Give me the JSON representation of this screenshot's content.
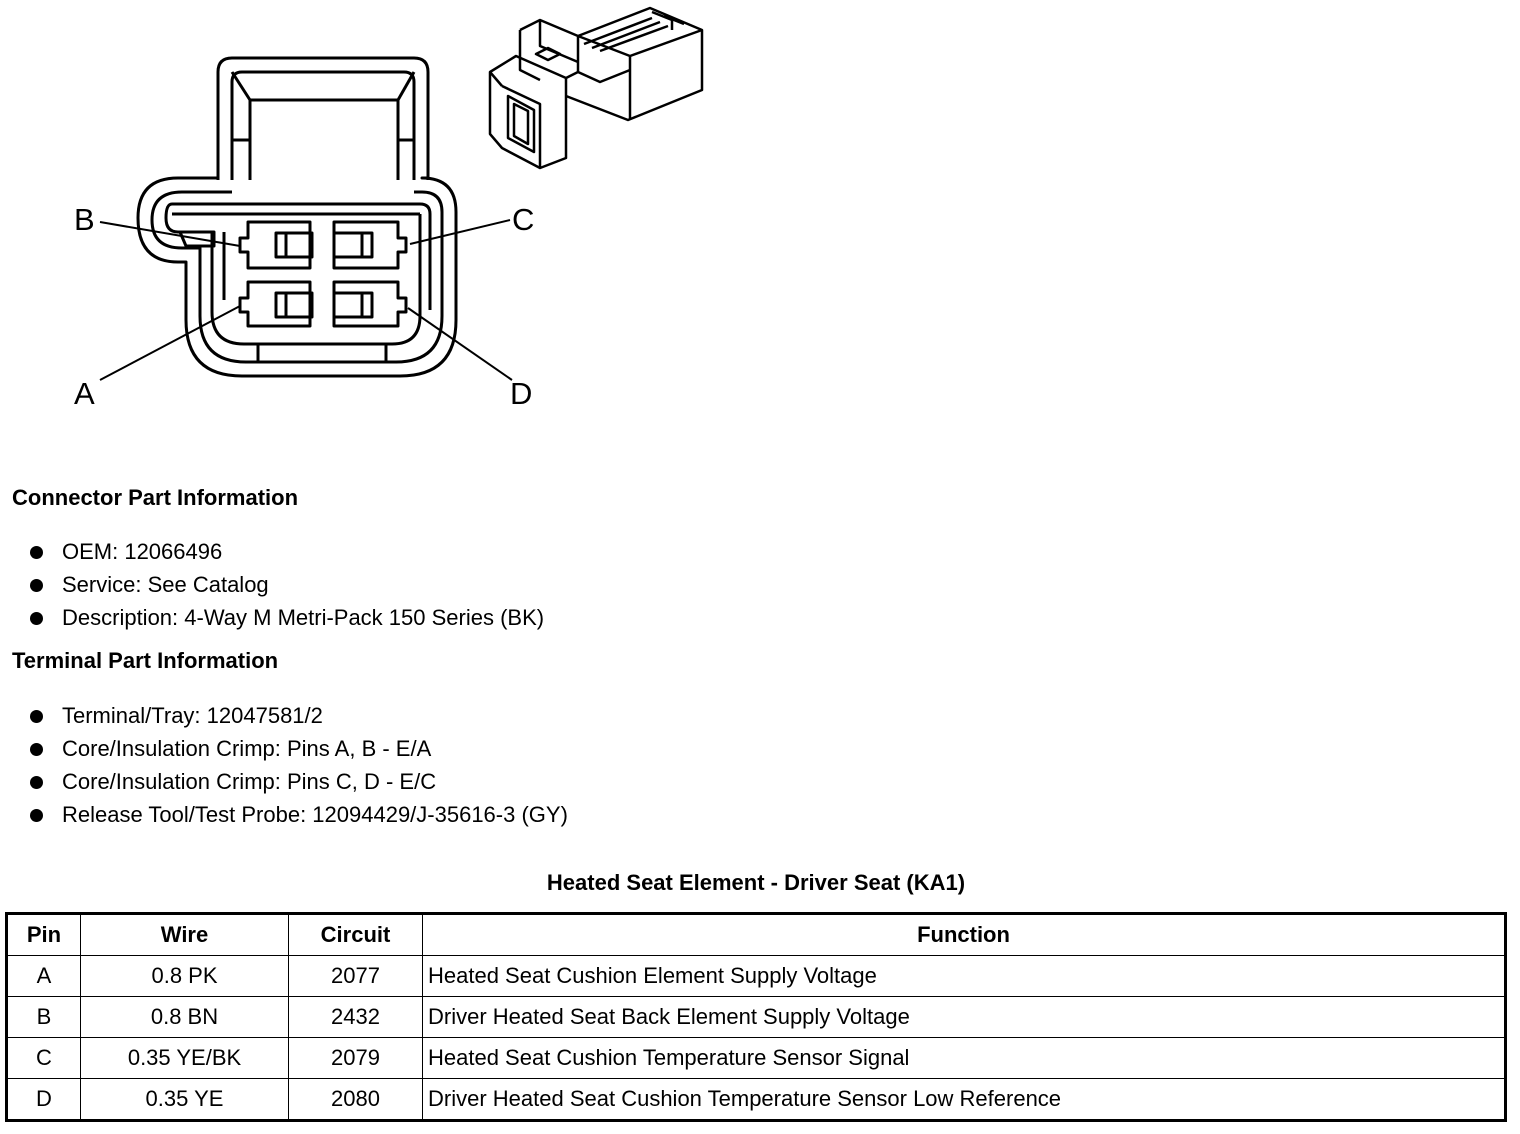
{
  "diagram": {
    "pin_labels": [
      "B",
      "C",
      "A",
      "D"
    ]
  },
  "connector_section": {
    "title": "Connector Part Information",
    "items": [
      "OEM: 12066496",
      "Service: See Catalog",
      "Description: 4-Way M Metri-Pack 150 Series (BK)"
    ]
  },
  "terminal_section": {
    "title": "Terminal Part Information",
    "items": [
      "Terminal/Tray: 12047581/2",
      "Core/Insulation Crimp: Pins A, B - E/A",
      "Core/Insulation Crimp: Pins C, D - E/C",
      "Release Tool/Test Probe: 12094429/J-35616-3 (GY)"
    ]
  },
  "table": {
    "title": "Heated Seat Element - Driver Seat (KA1)",
    "headers": [
      "Pin",
      "Wire",
      "Circuit",
      "Function"
    ],
    "rows": [
      [
        "A",
        "0.8 PK",
        "2077",
        "Heated Seat Cushion Element Supply Voltage"
      ],
      [
        "B",
        "0.8 BN",
        "2432",
        "Driver Heated Seat Back Element Supply Voltage"
      ],
      [
        "C",
        "0.35 YE/BK",
        "2079",
        "Heated Seat Cushion Temperature Sensor Signal"
      ],
      [
        "D",
        "0.35 YE",
        "2080",
        "Driver Heated Seat Cushion Temperature Sensor Low Reference"
      ]
    ]
  }
}
